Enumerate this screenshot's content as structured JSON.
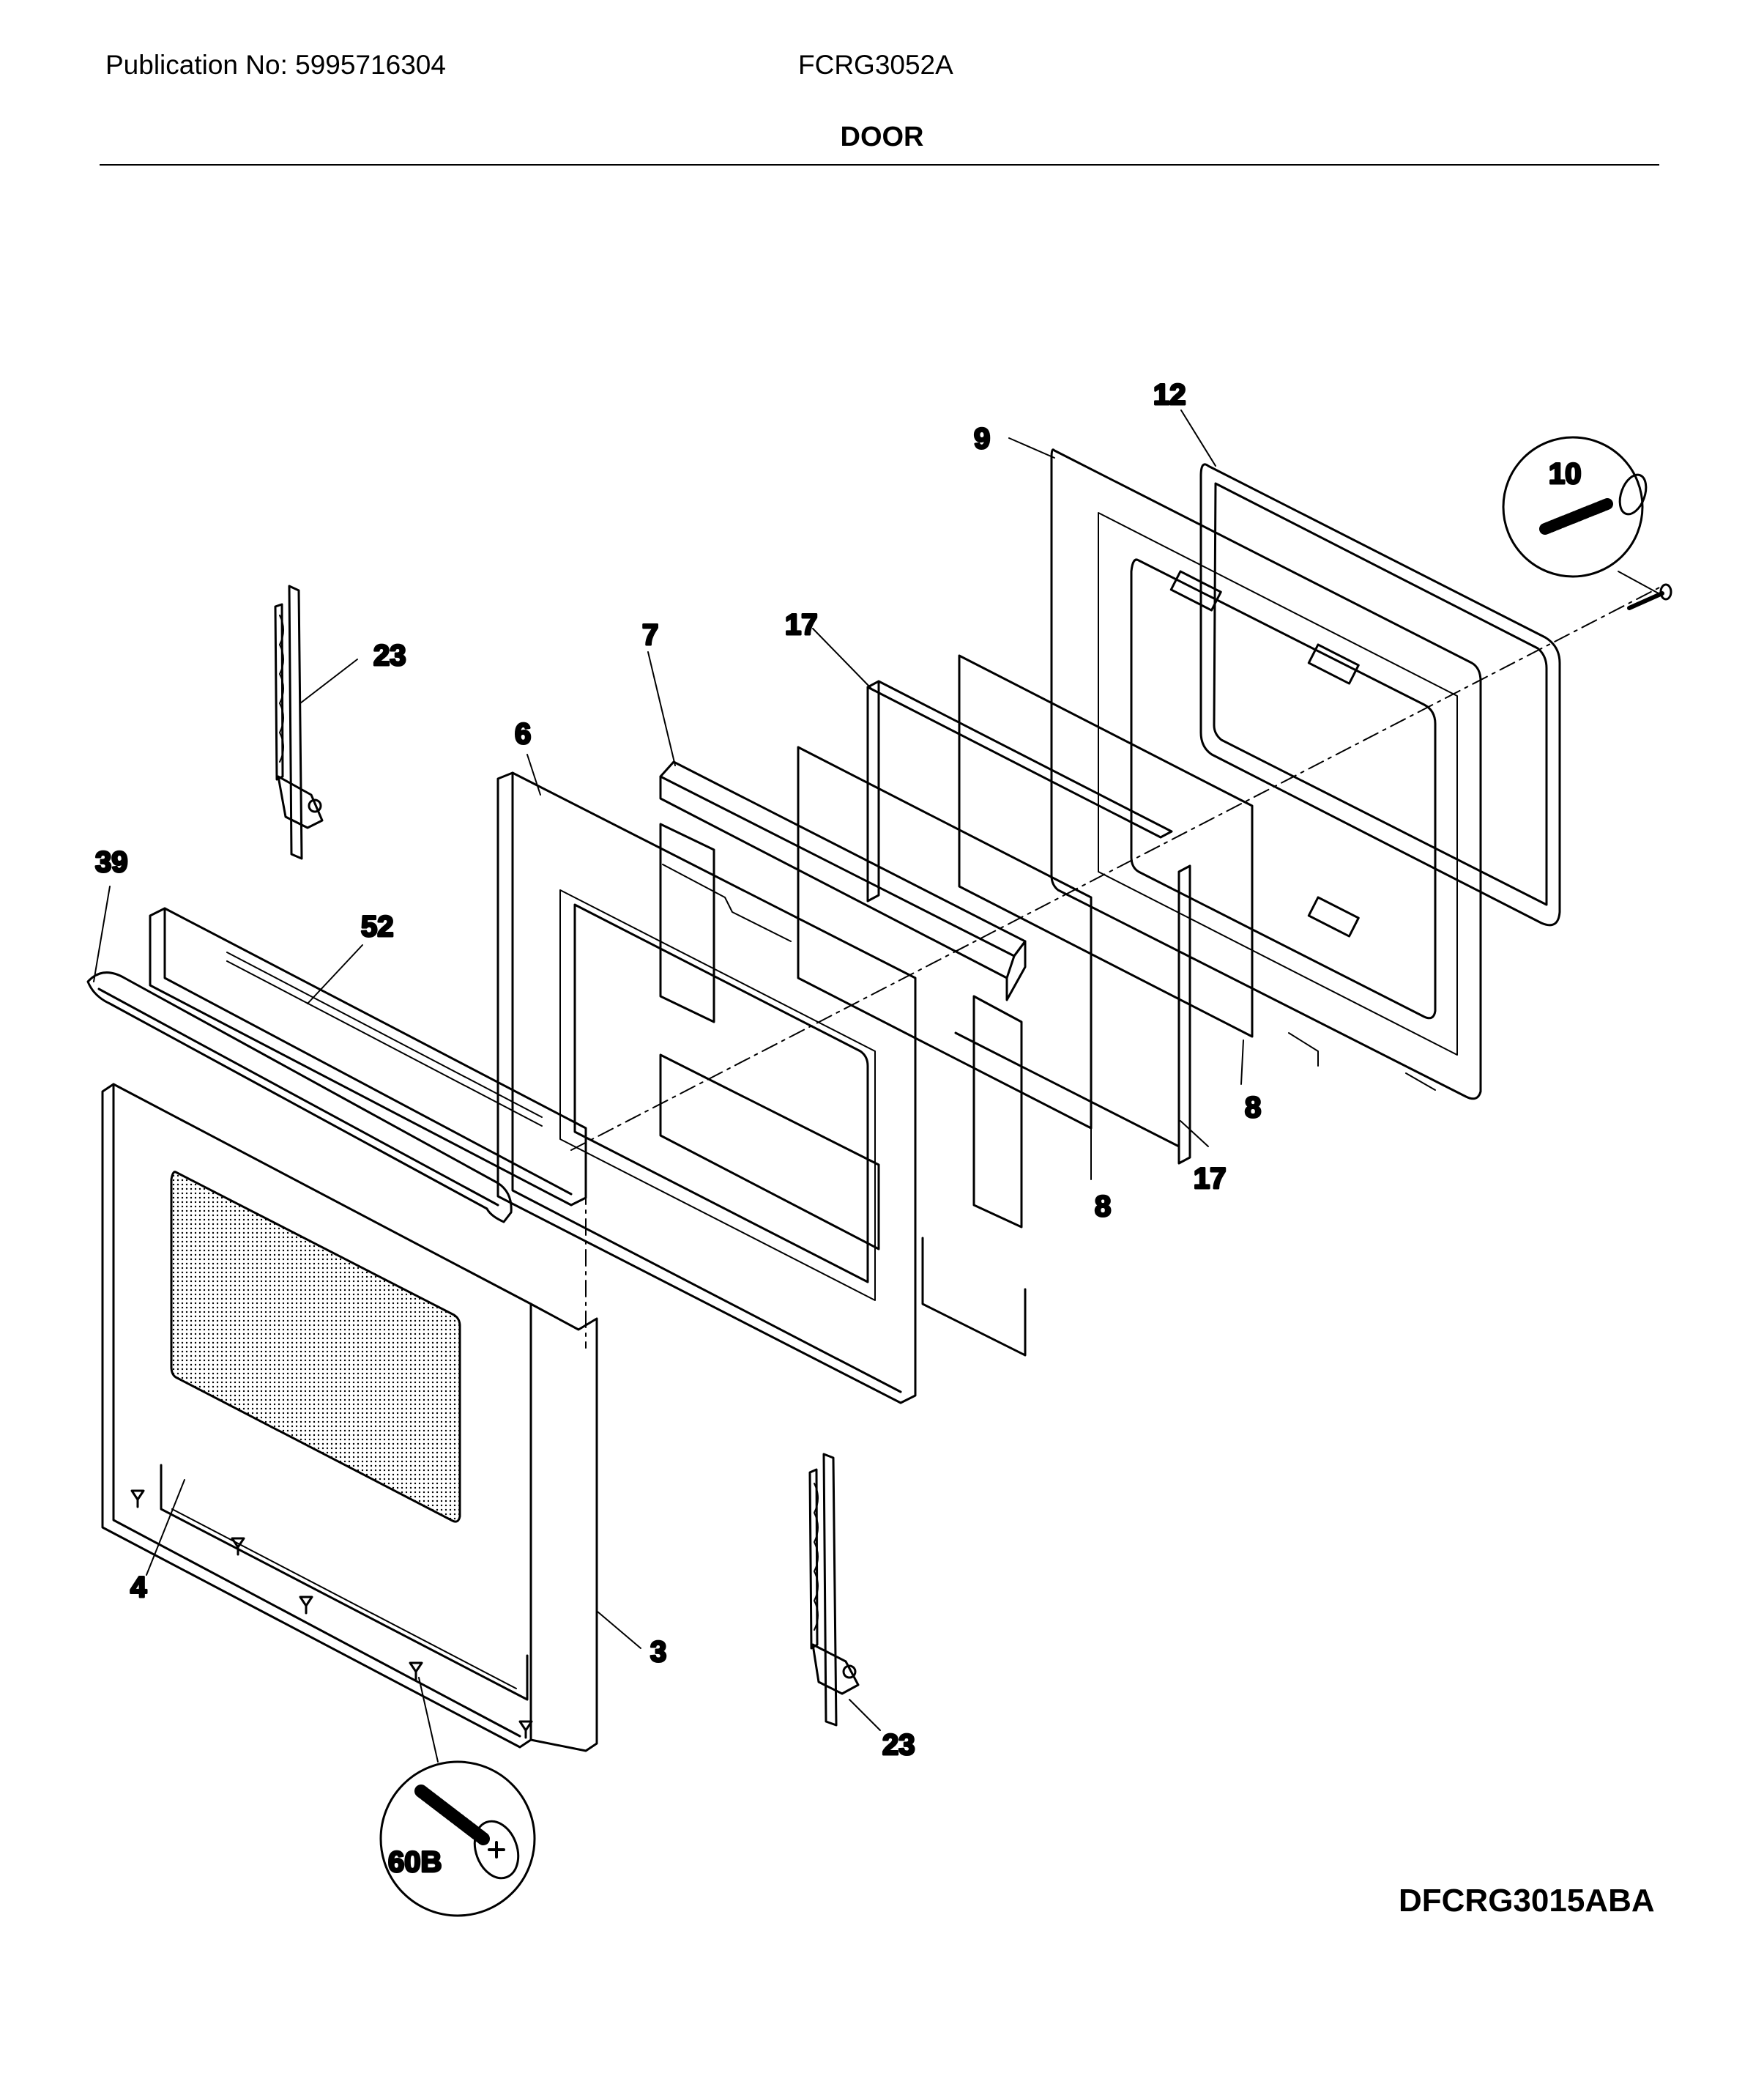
{
  "header": {
    "publication": "Publication No: 5995716304",
    "model": "FCRG3052A",
    "section_title": "DOOR"
  },
  "parts": [
    {
      "id": "p12",
      "label": "12"
    },
    {
      "id": "p9",
      "label": "9"
    },
    {
      "id": "p10",
      "label": "10"
    },
    {
      "id": "p23a",
      "label": "23"
    },
    {
      "id": "p7",
      "label": "7"
    },
    {
      "id": "p17a",
      "label": "17"
    },
    {
      "id": "p6",
      "label": "6"
    },
    {
      "id": "p39",
      "label": "39"
    },
    {
      "id": "p52",
      "label": "52"
    },
    {
      "id": "p8a",
      "label": "8"
    },
    {
      "id": "p8b",
      "label": "8"
    },
    {
      "id": "p17b",
      "label": "17"
    },
    {
      "id": "p4",
      "label": "4"
    },
    {
      "id": "p3",
      "label": "3"
    },
    {
      "id": "p23b",
      "label": "23"
    },
    {
      "id": "p60b",
      "label": "60B"
    }
  ],
  "diagram_code": "DFCRG3015ABA"
}
